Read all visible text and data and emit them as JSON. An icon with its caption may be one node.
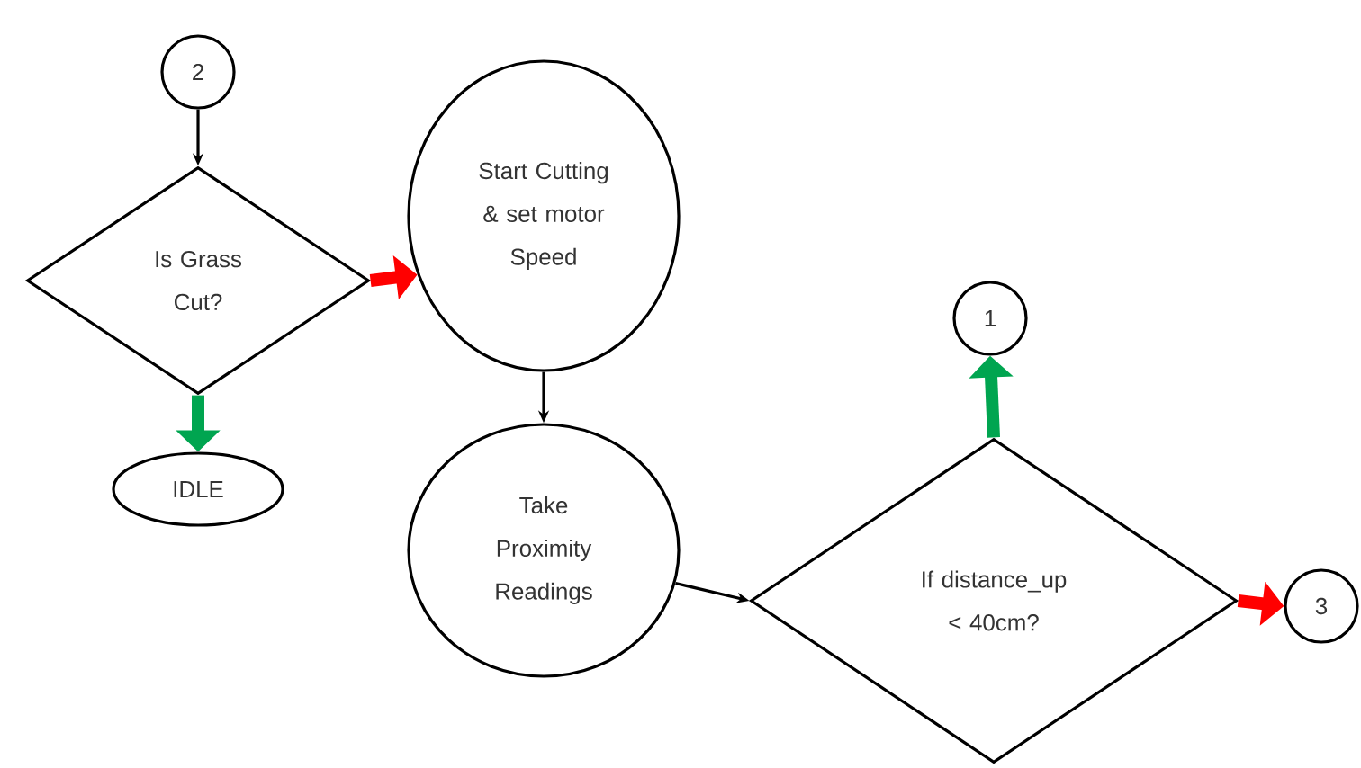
{
  "diagram": {
    "nodes": [
      {
        "text": [
          "2"
        ]
      },
      {
        "text": [
          "Is Grass Cut?"
        ]
      },
      {
        "text": [
          "IDLE"
        ]
      },
      {
        "text": [
          "Start Cutting & set motor Speed"
        ]
      },
      {
        "text": [
          "Take Proximity Readings"
        ]
      },
      {
        "text": [
          "1"
        ]
      },
      {
        "text": [
          "If distance_up < 40cm?"
        ]
      },
      {
        "text": [
          "3"
        ]
      }
    ],
    "edges": [
      {
        "from": 0,
        "to": 1,
        "arrow": "to"
      },
      {
        "from": 1,
        "to": 3,
        "arrow": "to",
        "color": "#ff0000"
      },
      {
        "from": 1,
        "to": 2,
        "arrow": "to",
        "color": "#00a550"
      },
      {
        "from": 3,
        "to": 4,
        "arrow": "to"
      },
      {
        "from": 4,
        "to": 6,
        "arrow": "to"
      },
      {
        "from": 6,
        "to": 5,
        "arrow": "to",
        "color": "#00a550"
      },
      {
        "from": 6,
        "to": 7,
        "arrow": "to",
        "color": "#ff0000"
      }
    ]
  }
}
